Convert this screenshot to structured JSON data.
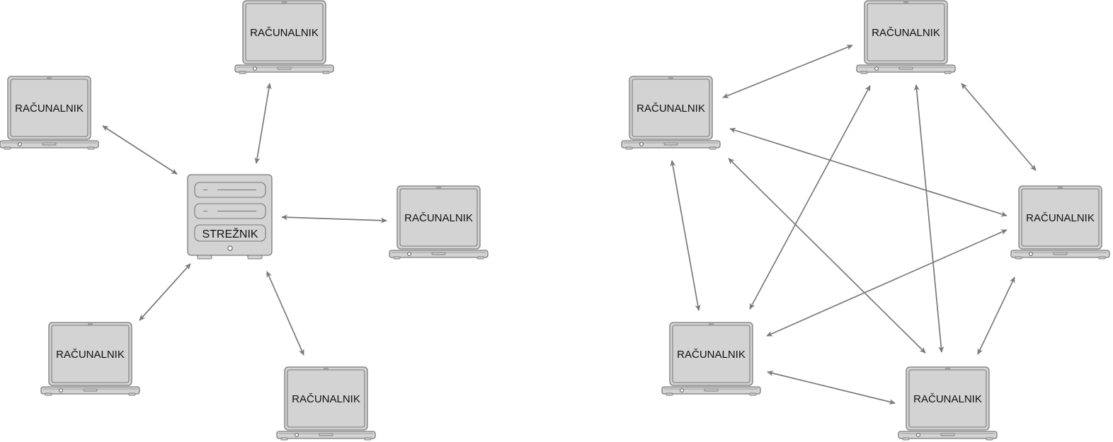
{
  "labels": {
    "computer": "RAČUNALNIK",
    "server": "STREŽNIK"
  },
  "colors": {
    "device_fill": "#d3d3d3",
    "device_stroke": "#7a7a7a",
    "arrow": "#7a7a7a",
    "background": "#ffffff"
  },
  "diagrams": [
    {
      "name": "client-server",
      "nodes": [
        {
          "id": "c-top",
          "type": "laptop",
          "label": "RAČUNALNIK"
        },
        {
          "id": "c-left",
          "type": "laptop",
          "label": "RAČUNALNIK"
        },
        {
          "id": "server",
          "type": "server",
          "label": "STREŽNIK"
        },
        {
          "id": "c-right",
          "type": "laptop",
          "label": "RAČUNALNIK"
        },
        {
          "id": "c-bottom-left",
          "type": "laptop",
          "label": "RAČUNALNIK"
        },
        {
          "id": "c-bottom",
          "type": "laptop",
          "label": "RAČUNALNIK"
        }
      ],
      "edges": [
        [
          "c-top",
          "server"
        ],
        [
          "c-left",
          "server"
        ],
        [
          "c-right",
          "server"
        ],
        [
          "c-bottom-left",
          "server"
        ],
        [
          "c-bottom",
          "server"
        ]
      ]
    },
    {
      "name": "peer-to-peer",
      "nodes": [
        {
          "id": "p-top",
          "type": "laptop",
          "label": "RAČUNALNIK"
        },
        {
          "id": "p-left",
          "type": "laptop",
          "label": "RAČUNALNIK"
        },
        {
          "id": "p-right",
          "type": "laptop",
          "label": "RAČUNALNIK"
        },
        {
          "id": "p-bottom-left",
          "type": "laptop",
          "label": "RAČUNALNIK"
        },
        {
          "id": "p-bottom",
          "type": "laptop",
          "label": "RAČUNALNIK"
        }
      ],
      "edges": [
        [
          "p-left",
          "p-top"
        ],
        [
          "p-top",
          "p-right"
        ],
        [
          "p-top",
          "p-bottom-left"
        ],
        [
          "p-top",
          "p-bottom"
        ],
        [
          "p-left",
          "p-right"
        ],
        [
          "p-left",
          "p-bottom-left"
        ],
        [
          "p-left",
          "p-bottom"
        ],
        [
          "p-right",
          "p-bottom-left"
        ],
        [
          "p-right",
          "p-bottom"
        ],
        [
          "p-bottom-left",
          "p-bottom"
        ]
      ]
    }
  ]
}
